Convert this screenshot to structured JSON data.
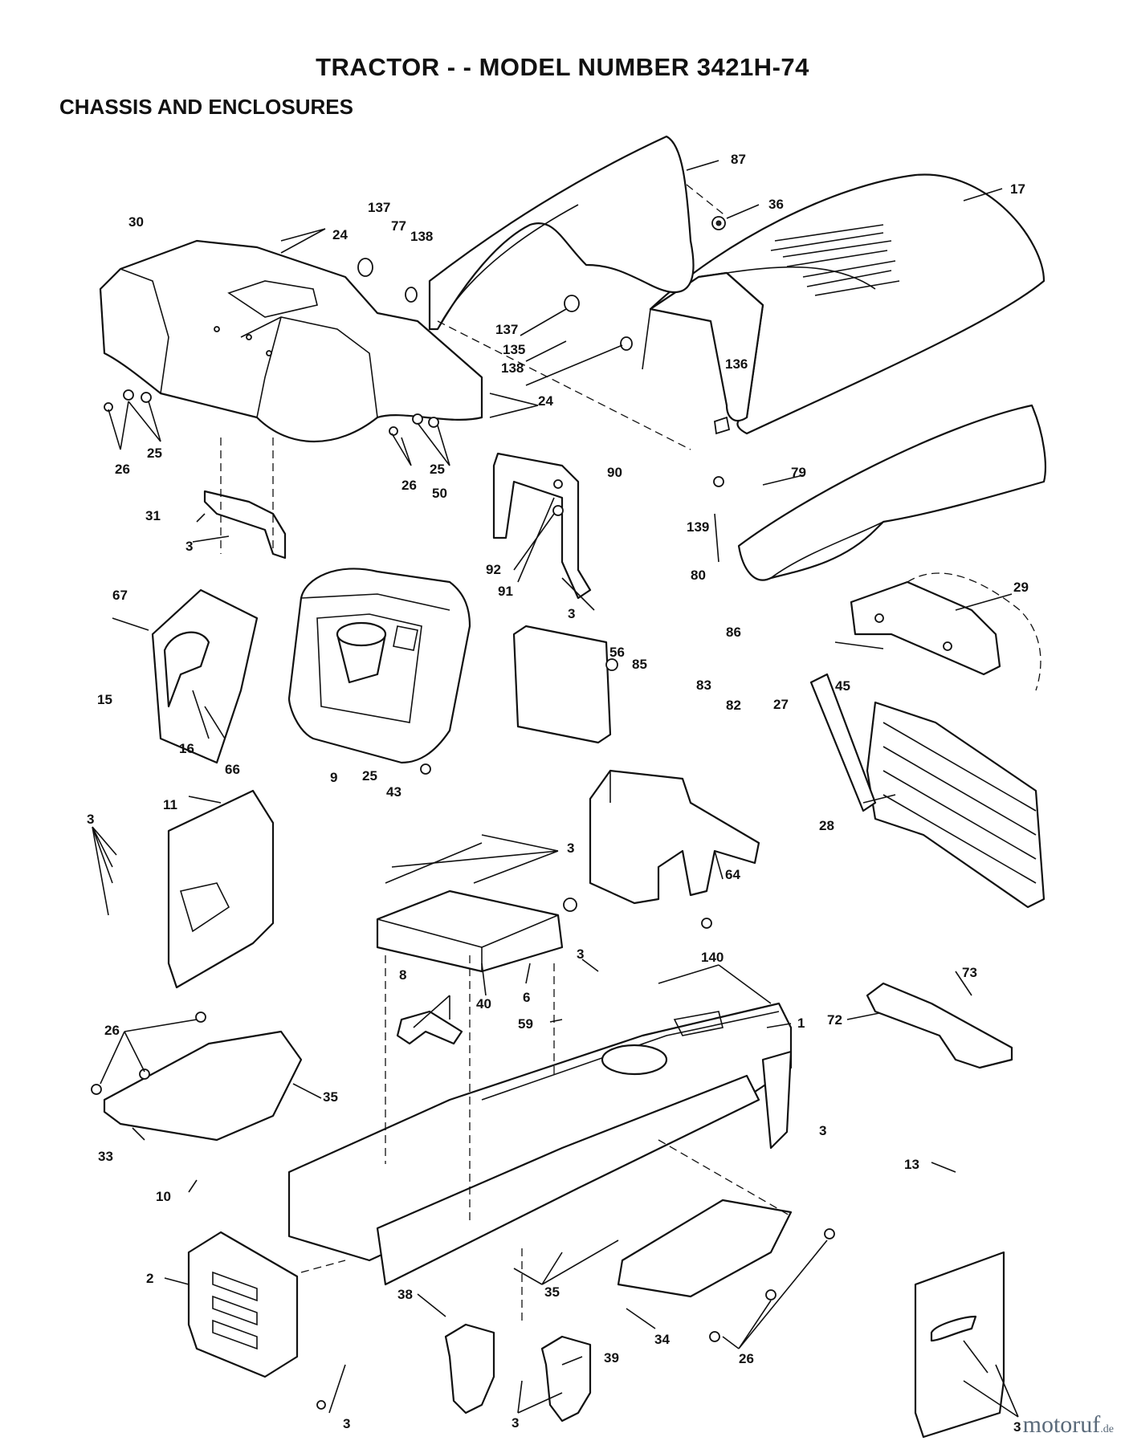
{
  "header": {
    "title": "TRACTOR - - MODEL NUMBER 3421H-74",
    "subtitle": "CHASSIS AND ENCLOSURES"
  },
  "callouts": [
    "87",
    "36",
    "17",
    "137",
    "77",
    "138",
    "30",
    "24",
    "137",
    "135",
    "138",
    "136",
    "24",
    "26",
    "25",
    "26",
    "25",
    "90",
    "50",
    "139",
    "79",
    "31",
    "3",
    "92",
    "91",
    "80",
    "3",
    "86",
    "29",
    "67",
    "56",
    "85",
    "83",
    "82",
    "27",
    "45",
    "15",
    "16",
    "66",
    "9",
    "25",
    "43",
    "11",
    "3",
    "3",
    "64",
    "28",
    "8",
    "40",
    "6",
    "3",
    "140",
    "1",
    "59",
    "73",
    "72",
    "26",
    "35",
    "33",
    "10",
    "3",
    "13",
    "2",
    "35",
    "38",
    "3",
    "39",
    "34",
    "26",
    "3",
    "3"
  ],
  "watermark": {
    "name": "motoruf",
    "suffix": ".de"
  }
}
